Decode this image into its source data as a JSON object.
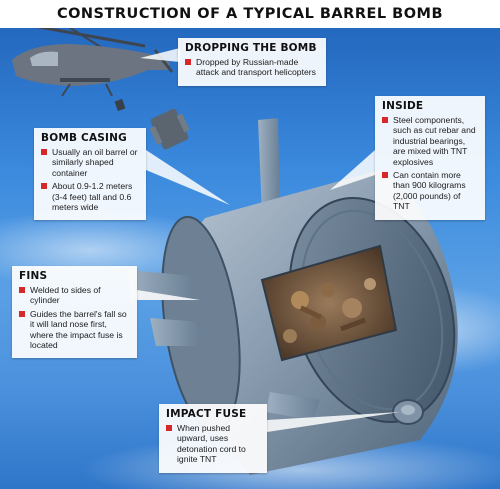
{
  "title": "CONSTRUCTION OF A TYPICAL BARREL BOMB",
  "colors": {
    "bullet": "#d62828",
    "sky_top": "#1f62b8",
    "sky_bottom": "#2f76c9",
    "callout_bg": "#ffffff",
    "barrel_metal": "#8fa3b8"
  },
  "callouts": {
    "dropping": {
      "heading": "DROPPING THE BOMB",
      "points": [
        "Dropped by Russian-made attack and transport helicopters"
      ]
    },
    "casing": {
      "heading": "BOMB CASING",
      "points": [
        "Usually an oil barrel or similarly shaped container",
        "About 0.9-1.2 meters (3-4 feet) tall and 0.6 meters wide"
      ]
    },
    "inside": {
      "heading": "INSIDE",
      "points": [
        "Steel components, such as cut rebar and industrial bearings, are mixed with TNT explosives",
        "Can contain more than 900 kilograms (2,000 pounds) of TNT"
      ]
    },
    "fins": {
      "heading": "FINS",
      "points": [
        "Welded to sides of cylinder",
        "Guides the barrel's fall so it will land nose first, where the impact fuse is located"
      ]
    },
    "fuse": {
      "heading": "IMPACT FUSE",
      "points": [
        "When pushed upward, uses detonation cord to ignite TNT"
      ]
    }
  }
}
